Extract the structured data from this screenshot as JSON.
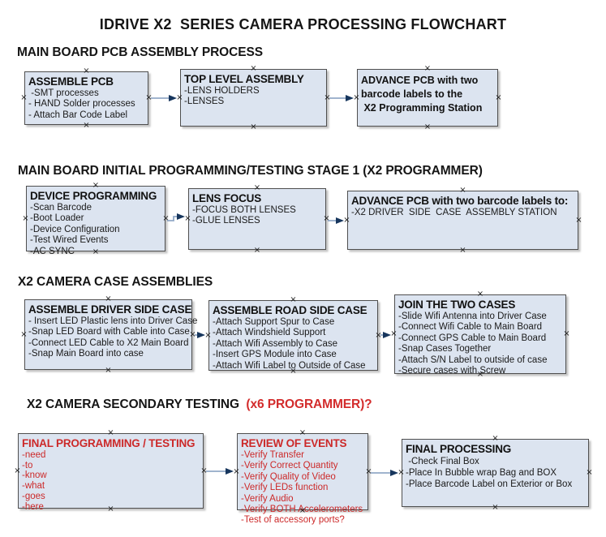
{
  "title": "IDRIVE X2  SERIES CAMERA PROCESSING FLOWCHART",
  "colors": {
    "box_fill": "#dce4f0",
    "box_border": "#4f4f4f",
    "red_text": "#cc2929",
    "heading_red": "#d32c2c",
    "arrow_line": "#92a9c7",
    "arrow_head": "#17365d"
  },
  "decor": {
    "connector_handle_glyph": "×"
  },
  "sections": [
    {
      "heading": "MAIN BOARD PCB ASSEMBLY PROCESS",
      "boxes": [
        {
          "title": "ASSEMBLE PCB",
          "items": [
            " -SMT processes",
            "- HAND Solder processes",
            "- Attach Bar Code Label"
          ]
        },
        {
          "title": "TOP LEVEL ASSEMBLY",
          "items": [
            "-LENS HOLDERS",
            "-LENSES"
          ]
        },
        {
          "title": "",
          "bold_lines": [
            "ADVANCE PCB with two",
            "barcode labels to the",
            " X2 Programming Station"
          ],
          "items": []
        }
      ]
    },
    {
      "heading": "MAIN BOARD INITIAL PROGRAMMING/TESTING STAGE 1 (X2 PROGRAMMER)",
      "boxes": [
        {
          "title": "DEVICE PROGRAMMING",
          "items": [
            "-Scan Barcode",
            "-Boot Loader",
            "-Device Configuration",
            "-Test Wired Events",
            "-AC SYNC"
          ]
        },
        {
          "title": "LENS FOCUS",
          "items": [
            "-FOCUS BOTH LENSES",
            "-GLUE LENSES"
          ]
        },
        {
          "title": "ADVANCE PCB with two barcode labels to:",
          "items": [
            "-X2 DRIVER  SIDE  CASE  ASSEMBLY STATION"
          ]
        }
      ]
    },
    {
      "heading": "X2 CAMERA CASE ASSEMBLIES",
      "boxes": [
        {
          "title": "ASSEMBLE DRIVER SIDE CASE",
          "items": [
            "- Insert LED Plastic lens into Driver Case",
            "-Snap LED Board with Cable into Case",
            "-Connect LED Cable to X2 Main Board",
            "-Snap Main Board into case"
          ]
        },
        {
          "title": "ASSEMBLE ROAD SIDE CASE",
          "items": [
            "-Attach Support Spur to Case",
            "-Attach Windshield Support",
            "-Attach Wifi Assembly to Case",
            "-Insert GPS Module into Case",
            "-Attach Wifi Label to Outside of Case"
          ]
        },
        {
          "title": "JOIN THE TWO CASES",
          "items": [
            "-Slide Wifi Antenna into Driver Case",
            "-Connect Wifi Cable to Main Board",
            "-Connect GPS Cable to Main Board",
            "-Snap Cases Together",
            "-Attach S/N Label to outside of case",
            "-Secure cases with Screw"
          ]
        }
      ]
    },
    {
      "heading": "X2 CAMERA SECONDARY TESTING",
      "heading_red": "  (x6 PROGRAMMER)?",
      "boxes": [
        {
          "title": "FINAL PROGRAMMING / TESTING",
          "color": "red",
          "items": [
            "-need",
            "-to",
            "-know",
            "-what",
            "-goes",
            "-here"
          ]
        },
        {
          "title": "REVIEW OF EVENTS",
          "color": "red",
          "items": [
            "-Verify Transfer",
            "-Verify Correct Quantity",
            "-Verify Quality of Video",
            "-Verify LEDs function",
            "-Verify Audio",
            "-Verify BOTH Accelerometers",
            "-Test of accessory ports?"
          ]
        },
        {
          "title": "FINAL PROCESSING",
          "items": [
            " -Check Final Box",
            "-Place In Bubble wrap Bag and BOX",
            "-Place Barcode Label on Exterior or Box"
          ]
        }
      ]
    }
  ]
}
